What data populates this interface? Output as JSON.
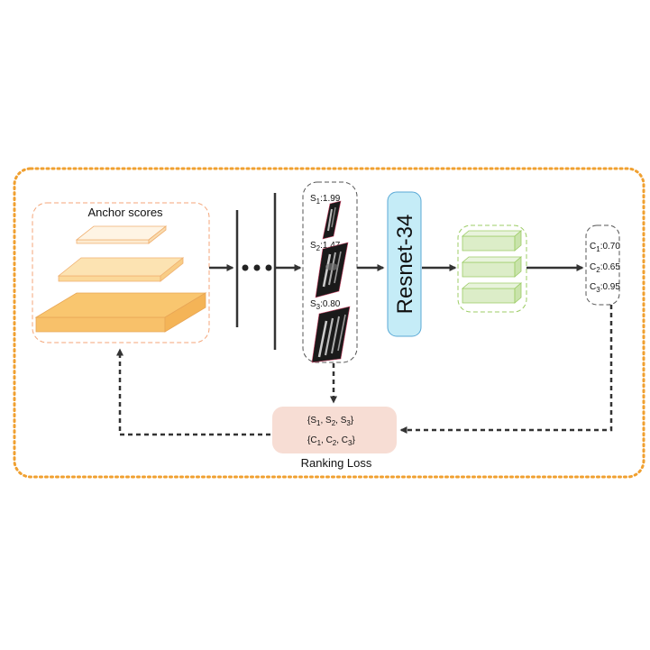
{
  "anchor_panel": {
    "title": "Anchor scores"
  },
  "crops": [
    {
      "label": "S",
      "index": "1",
      "value": ":1.99"
    },
    {
      "label": "S",
      "index": "2",
      "value": ":1.47"
    },
    {
      "label": "S",
      "index": "3",
      "value": ":0.80"
    }
  ],
  "backbone": {
    "label": "Resnet-34"
  },
  "confidences": [
    {
      "label": "C",
      "index": "1",
      "value": ":0.70"
    },
    {
      "label": "C",
      "index": "2",
      "value": ":0.65"
    },
    {
      "label": "C",
      "index": "3",
      "value": ":0.95"
    }
  ],
  "loss": {
    "caption": "Ranking Loss",
    "set_s": {
      "open": "{S",
      "i1": "1",
      "sep1": ", S",
      "i2": "2",
      "sep2": ", S",
      "i3": "3",
      "close": "}"
    },
    "set_c": {
      "open": "{C",
      "i1": "1",
      "sep1": ", C",
      "i2": "2",
      "sep2": ", C",
      "i3": "3",
      "close": "}"
    }
  },
  "colors": {
    "outer_border": "#f0a030",
    "anchor_border": "#f4a67a",
    "slab_light": "#fdebd0",
    "slab_mid": "#fbd899",
    "slab_dark": "#f8c16a",
    "resnet_fill": "#c5ecf7",
    "resnet_border": "#5aa9d6",
    "feature_fill": "#dcedc8",
    "feature_border": "#9ccc65",
    "loss_fill": "#f7ddd4",
    "arrow": "#333333"
  }
}
